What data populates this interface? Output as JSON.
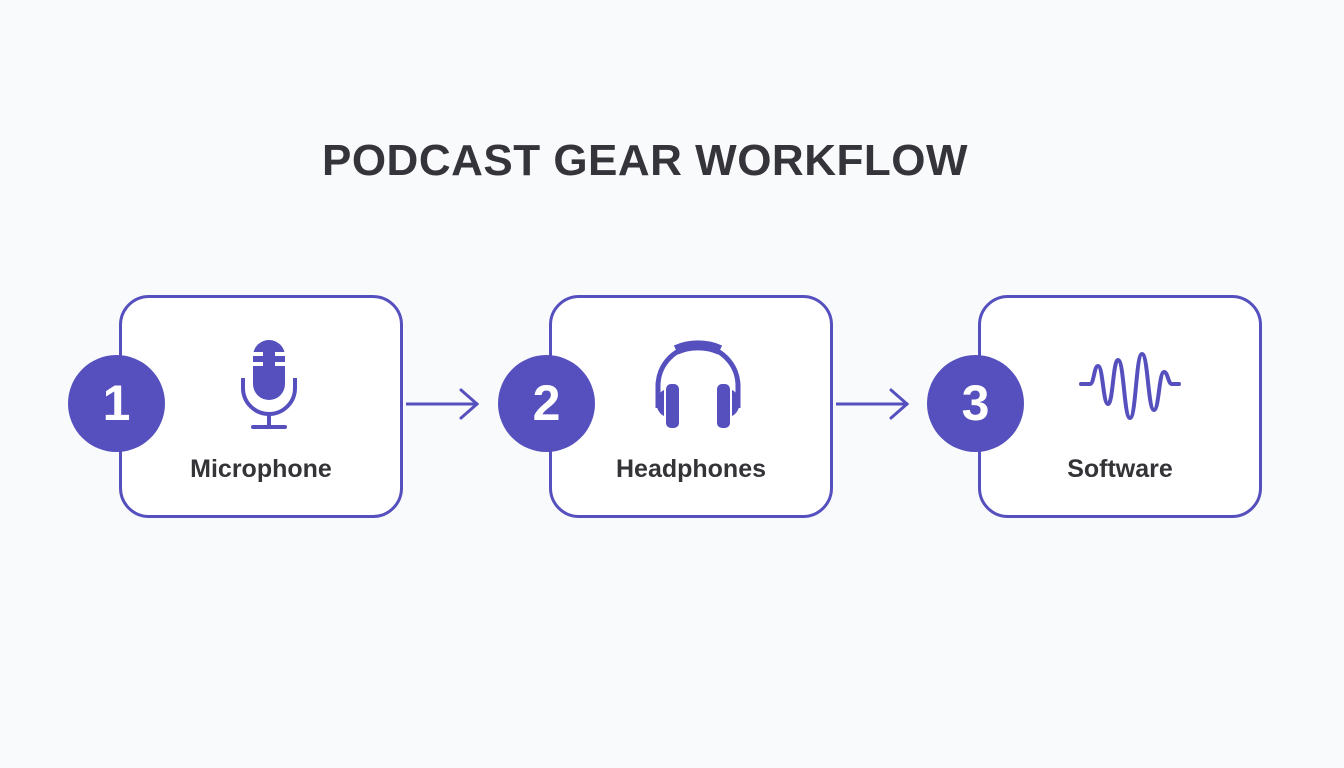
{
  "title": "PODCAST GEAR WORKFLOW",
  "accent_color": "#5650BE",
  "text_color": "#34343A",
  "steps": [
    {
      "number": "1",
      "label": "Microphone",
      "icon": "microphone-icon"
    },
    {
      "number": "2",
      "label": "Headphones",
      "icon": "headphones-icon"
    },
    {
      "number": "3",
      "label": "Software",
      "icon": "waveform-icon"
    }
  ],
  "connectors": [
    {
      "from": "1",
      "to": "2",
      "icon": "arrow-right-icon"
    },
    {
      "from": "2",
      "to": "3",
      "icon": "arrow-right-icon"
    }
  ]
}
